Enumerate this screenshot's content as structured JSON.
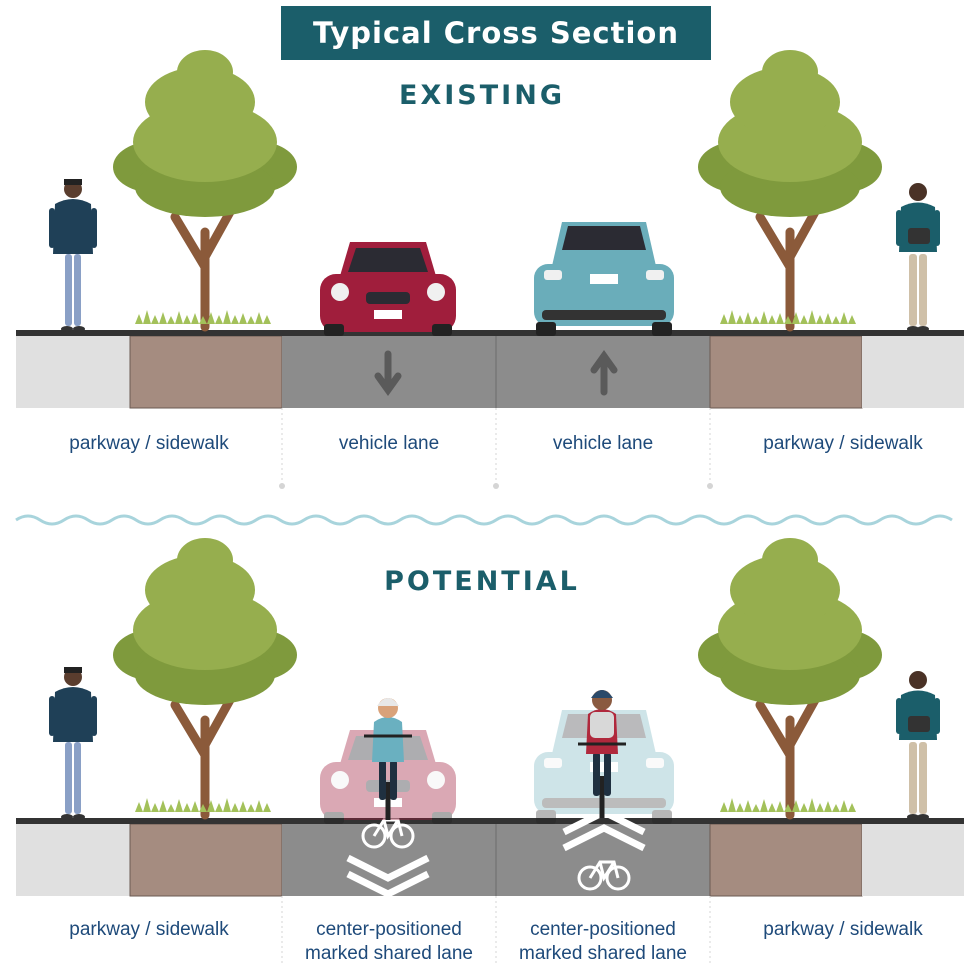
{
  "title": "Typical Cross Section",
  "existing": {
    "heading": "EXISTING",
    "labels": [
      "parkway / sidewalk",
      "vehicle lane",
      "vehicle lane",
      "parkway / sidewalk"
    ]
  },
  "potential": {
    "heading": "POTENTIAL",
    "labels": [
      "parkway / sidewalk",
      [
        "center-positioned",
        "marked shared lane"
      ],
      [
        "center-positioned",
        "marked shared lane"
      ],
      "parkway / sidewalk"
    ]
  },
  "colors": {
    "title_bg": "#1b5e6a",
    "heading": "#1b5e6a",
    "label_text": "#1e4a7a",
    "sidewalk": "#e0e0e0",
    "parkway": "#a58c80",
    "lane": "#8c8c8c",
    "wave": "#a8d4dc",
    "tree_light": "#96ae4e",
    "tree_dark": "#7f9a3d",
    "trunk": "#8b5a3a",
    "car_red": "#a01e3c",
    "car_teal": "#6aadba"
  }
}
